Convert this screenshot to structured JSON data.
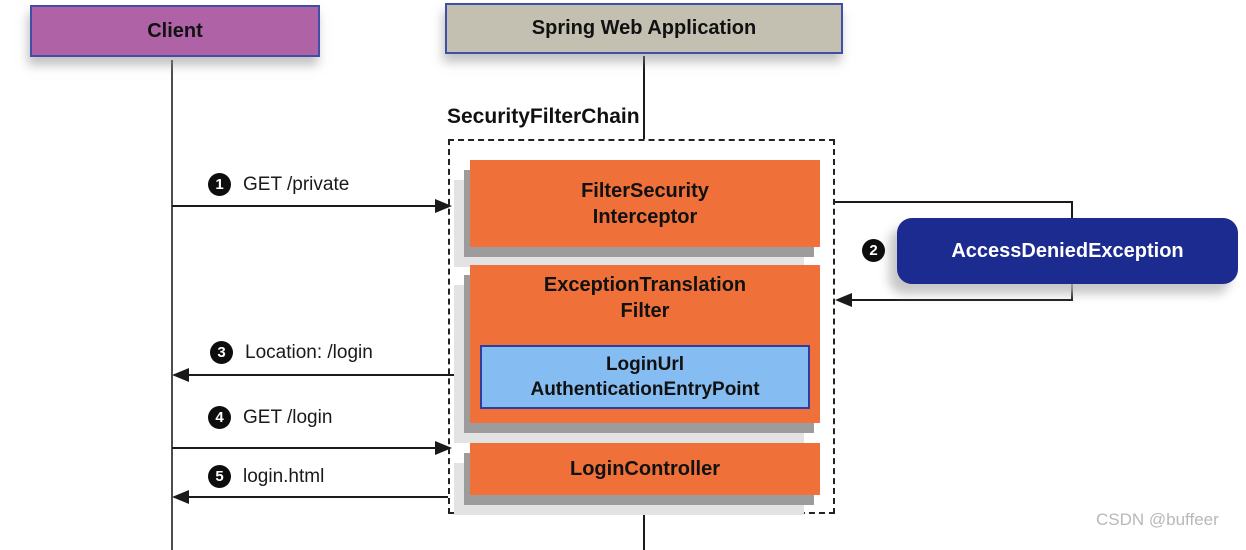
{
  "diagram": {
    "actors": {
      "client": {
        "label": "Client"
      },
      "app": {
        "label": "Spring Web Application"
      }
    },
    "filter_chain": {
      "label": "SecurityFilterChain",
      "filter_security_interceptor": {
        "line1": "FilterSecurity",
        "line2": "Interceptor"
      },
      "exception_translation_filter": {
        "line1": "ExceptionTranslation",
        "line2": "Filter"
      },
      "login_url_authentication_entry_point": {
        "line1": "LoginUrl",
        "line2": "AuthenticationEntryPoint"
      },
      "login_controller": {
        "label": "LoginController"
      }
    },
    "exception": {
      "label": "AccessDeniedException"
    },
    "steps": [
      {
        "num": "1",
        "label": "GET /private"
      },
      {
        "num": "2",
        "label": ""
      },
      {
        "num": "3",
        "label": "Location: /login"
      },
      {
        "num": "4",
        "label": "GET /login"
      },
      {
        "num": "5",
        "label": "login.html"
      }
    ],
    "watermark": "CSDN @buffeer"
  },
  "colors": {
    "client-fill": "#AF63A6",
    "app-fill": "#C3BFB1",
    "box-border": "#3F4FA5",
    "filter-fill": "#F0703A",
    "entrypoint-fill": "#85BCF2",
    "entrypoint-border": "#2E3D9E",
    "exception-fill": "#1B2B90",
    "exception-text": "#FFFFFF",
    "line-color": "#1A1A1A",
    "text-color": "#111111",
    "watermark-color": "#B8B8B8"
  }
}
